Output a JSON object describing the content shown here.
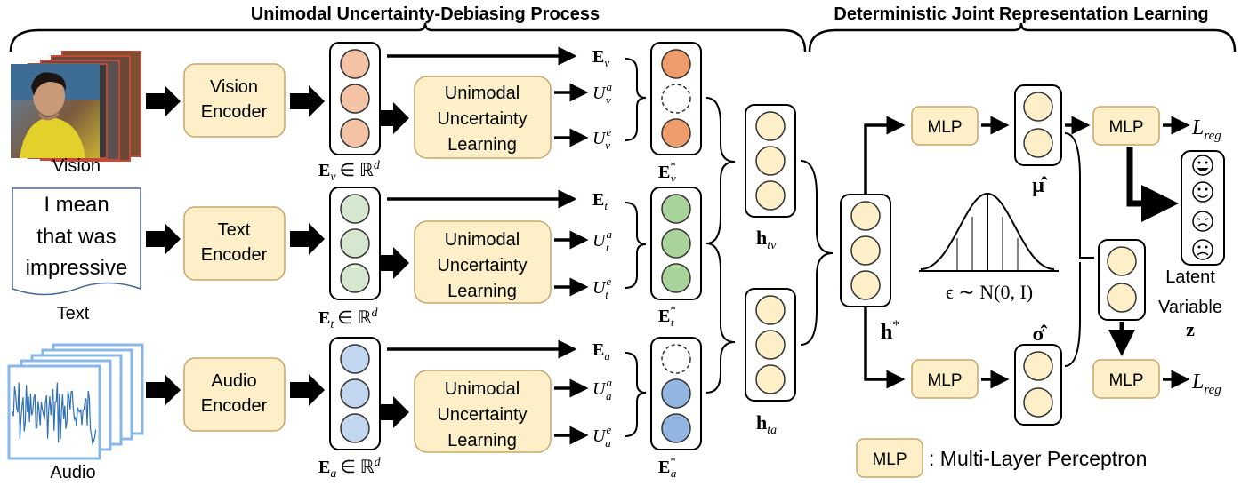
{
  "titles": {
    "left": "Unimodal Uncertainty-Debiasing Process",
    "right": "Deterministic Joint Representation Learning"
  },
  "inputs": {
    "vision": "Vision",
    "text": "Text",
    "audio": "Audio",
    "text_doc_lines": [
      "I mean",
      "that was",
      "impressive"
    ]
  },
  "encoders": {
    "vision": [
      "Vision",
      "Encoder"
    ],
    "text": [
      "Text",
      "Encoder"
    ],
    "audio": [
      "Audio",
      "Encoder"
    ]
  },
  "uncertainty_block": [
    "Unimodal",
    "Uncertainty",
    "Learning"
  ],
  "embeddings": {
    "v": {
      "E": "E",
      "sub": "v",
      "space": "∈ ℝ",
      "sup": "d"
    },
    "t": {
      "E": "E",
      "sub": "t",
      "space": "∈ ℝ",
      "sup": "d"
    },
    "a": {
      "E": "E",
      "sub": "a",
      "space": "∈ ℝ",
      "sup": "d"
    }
  },
  "outputs": {
    "v": {
      "E": "E",
      "sub": "v",
      "U": "U",
      "ua": "a",
      "ue": "e",
      "star": "*"
    },
    "t": {
      "E": "E",
      "sub": "t",
      "U": "U",
      "ua": "a",
      "ue": "e",
      "star": "*"
    },
    "a": {
      "E": "E",
      "sub": "a",
      "U": "U",
      "ua": "a",
      "ue": "e",
      "star": "*"
    }
  },
  "fused": {
    "tv": {
      "h": "h",
      "sub": "tv"
    },
    "ta": {
      "h": "h",
      "sub": "ta"
    },
    "star": {
      "h": "h",
      "sup": "*"
    }
  },
  "joint": {
    "mlp": "MLP",
    "mu": "μ̂",
    "sigma": "σ̂",
    "epsilon": "ϵ ∼ N(0, I)",
    "loss": {
      "L": "L",
      "sub": "reg"
    },
    "latent": [
      "Latent",
      "Variable",
      "z"
    ]
  },
  "legend": {
    "mlp": "MLP",
    "desc": ": Multi-Layer Perceptron"
  },
  "colors": {
    "vision_fill": "#f4c3a6",
    "vision_dark": "#ee9c6c",
    "text_fill": "#d5e8cf",
    "text_dark": "#a9d39a",
    "audio_fill": "#c2d7ef",
    "audio_dark": "#92b6e1",
    "box_fill": "#fdf0c8",
    "box_stroke": "#c9a66b",
    "circle_yellow": "#fdf0c8"
  },
  "icons": [
    "photo-stack-icon",
    "document-icon",
    "waveform-stack-icon",
    "emoji-faces-icon",
    "gaussian-curve-icon"
  ]
}
